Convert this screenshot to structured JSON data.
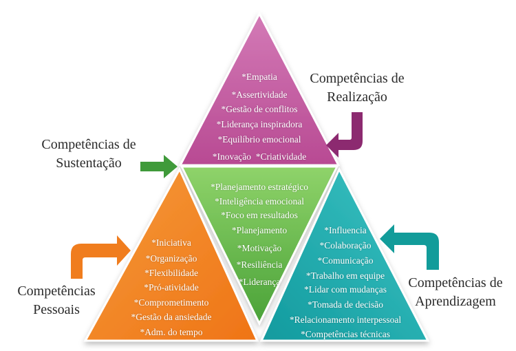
{
  "colors": {
    "pink": "#c0559a",
    "green": "#5cb346",
    "orange": "#f07d1e",
    "teal": "#1aa8ac",
    "arrow_purple": "#8c2a70",
    "arrow_green": "#3f9a3a",
    "arrow_orange": "#f07d1e",
    "arrow_teal": "#129c9a"
  },
  "icons": [
    "arrow-down-left-icon",
    "arrow-right-icon",
    "arrow-up-right-icon",
    "arrow-up-left-icon"
  ],
  "labels": {
    "realizacao": [
      "Competências de",
      "Realização"
    ],
    "sustentacao": [
      "Competências de",
      "Sustentação"
    ],
    "pessoais": [
      "Competências",
      "Pessoais"
    ],
    "aprendizagem": [
      "Competências de",
      "Aprendizagem"
    ]
  },
  "triangles": {
    "top": [
      "*Empatia",
      "*Assertividade",
      "*Gestão de conflitos",
      "*Liderança inspiradora",
      "*Equilíbrio emocional",
      "*Inovação  *Criatividade"
    ],
    "middle": [
      "*Planejamento estratégico",
      "*Inteligência emocional",
      "*Foco em resultados",
      "*Planejamento",
      "*Motivação",
      "*Resiliência",
      "*Liderança"
    ],
    "left": [
      "*Iniciativa",
      "*Organização",
      "*Flexibilidade",
      "*Pró-atividade",
      "*Comprometimento",
      "*Gestão da ansiedade",
      "*Adm. do tempo"
    ],
    "right": [
      "*Influencia",
      "*Colaboração",
      "*Comunicação",
      "*Trabalho em equipe",
      "*Lidar com mudanças",
      "*Tomada de decisão",
      "*Relacionamento interpessoal",
      "*Competências técnicas"
    ]
  }
}
